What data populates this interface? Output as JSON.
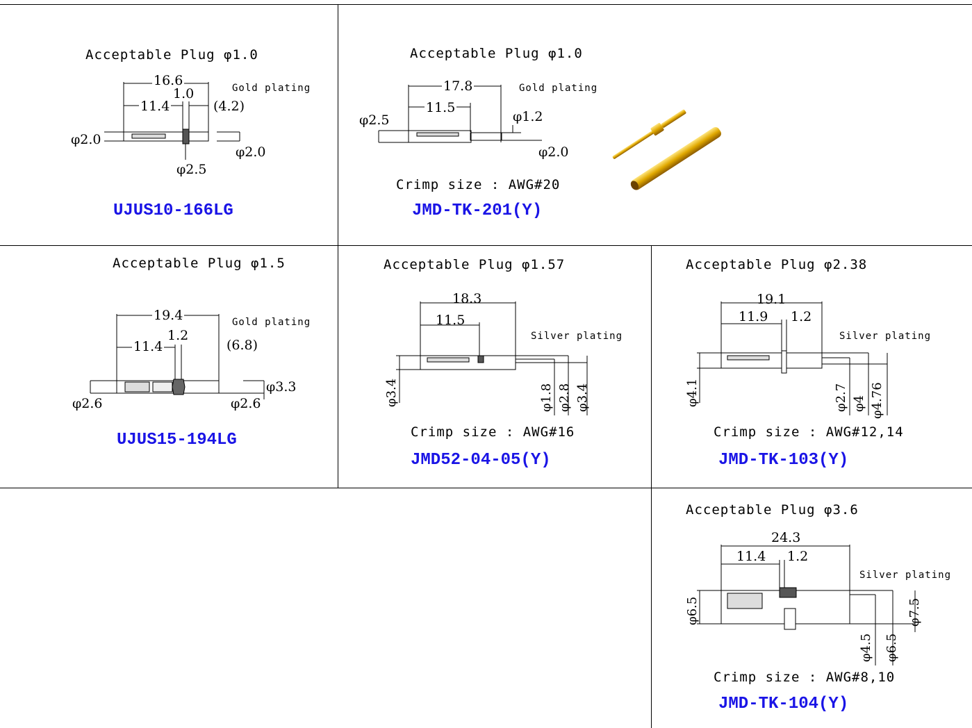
{
  "cells": {
    "c1": {
      "plug": "Acceptable Plug φ1.0",
      "plating": "Gold plating",
      "part": "UJUS10-166LG",
      "dims": {
        "total": "16.6",
        "socket": "11.4",
        "collar": "1.0",
        "pin_len": "(4.2)",
        "left_dia": "φ2.0",
        "right_dia": "φ2.0",
        "collar_dia": "φ2.5"
      }
    },
    "c2": {
      "plug": "Acceptable Plug φ1.0",
      "plating": "Gold plating",
      "crimp": "Crimp size : AWG#20",
      "part": "JMD-TK-201(Y)",
      "dims": {
        "total": "17.8",
        "socket": "11.5",
        "left_dia": "φ2.5",
        "pin_dia": "φ1.2",
        "body_dia": "φ2.0"
      }
    },
    "c3": {
      "plug": "Acceptable Plug φ1.5",
      "plating": "Gold plating",
      "part": "UJUS15-194LG",
      "dims": {
        "total": "19.4",
        "socket": "11.4",
        "collar": "1.2",
        "pin_len": "(6.8)",
        "left_dia": "φ2.6",
        "right_dia": "φ2.6",
        "collar_dia": "φ3.3"
      }
    },
    "c4": {
      "plug": "Acceptable Plug φ1.57",
      "plating": "Silver plating",
      "crimp": "Crimp size : AWG#16",
      "part": "JMD52-04-05(Y)",
      "dims": {
        "total": "18.3",
        "socket": "11.5",
        "left_dia": "φ3.4",
        "d1": "φ1.8",
        "d2": "φ2.8",
        "d3": "φ3.4"
      }
    },
    "c5": {
      "plug": "Acceptable Plug φ2.38",
      "plating": "Silver plating",
      "crimp": "Crimp size : AWG#12,14",
      "part": "JMD-TK-103(Y)",
      "dims": {
        "total": "19.1",
        "socket": "11.9",
        "collar": "1.2",
        "left_dia": "φ4.1",
        "d1": "φ2.7",
        "d2": "φ4",
        "d3": "φ4.76"
      }
    },
    "c6": {
      "plug": "Acceptable Plug φ3.6",
      "plating": "Silver plating",
      "crimp": "Crimp size : AWG#8,10",
      "part": "JMD-TK-104(Y)",
      "dims": {
        "total": "24.3",
        "socket": "11.4",
        "collar": "1.2",
        "left_dia": "φ6.5",
        "d1": "φ4.5",
        "d2": "φ6.5",
        "d3": "φ7.5"
      }
    }
  }
}
